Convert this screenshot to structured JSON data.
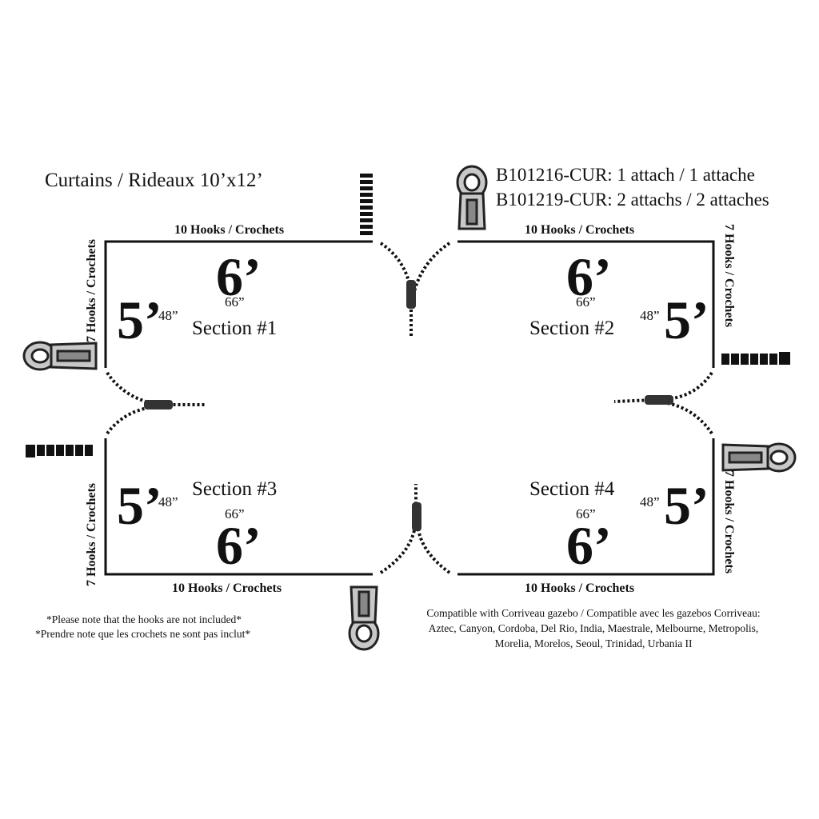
{
  "title": "Curtains / Rideaux 10’x12’",
  "skus": [
    "B101216-CUR: 1 attach / 1 attache",
    "B101219-CUR: 2 attachs / 2 attaches"
  ],
  "hooks_10": "10 Hooks / Crochets",
  "hooks_7": "7 Hooks / Crochets",
  "sections": [
    {
      "label": "Section #1",
      "height_ft": "5’",
      "height_in": "48”",
      "width_ft": "6’",
      "width_in": "66”"
    },
    {
      "label": "Section #2",
      "height_ft": "5’",
      "height_in": "48”",
      "width_ft": "6’",
      "width_in": "66”"
    },
    {
      "label": "Section #3",
      "height_ft": "5’",
      "height_in": "48”",
      "width_ft": "6’",
      "width_in": "66”"
    },
    {
      "label": "Section #4",
      "height_ft": "5’",
      "height_in": "48”",
      "width_ft": "6’",
      "width_in": "66”"
    }
  ],
  "notes": [
    "*Please note that the hooks are not included*",
    "*Prendre note que les crochets ne sont pas inclut*"
  ],
  "compatibility": [
    "Compatible with Corriveau gazebo / Compatible avec les gazebos Corriveau:",
    "Aztec, Canyon, Cordoba, Del Rio, India, Maestrale, Melbourne, Metropolis,",
    "Morelia, Morelos, Seoul, Trinidad, Urbania II"
  ],
  "icons": [
    "zipper-pull-icon",
    "zipper-teeth-icon"
  ]
}
